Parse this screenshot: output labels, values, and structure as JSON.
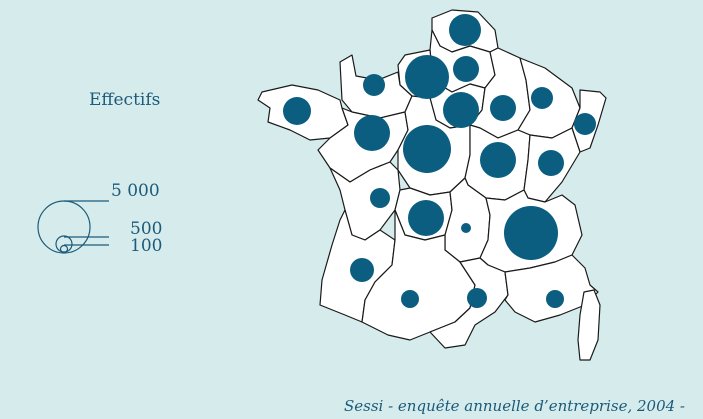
{
  "legend": {
    "title": "Effectifs",
    "labels": [
      "5 000",
      "500",
      "100"
    ]
  },
  "source": "Sessi - enquête annuelle d’entreprise, 2004 -",
  "colors": {
    "background": "#d6ecec",
    "region_fill": "#ffffff",
    "region_stroke": "#1a1a1a",
    "bubble": "#0b5e80",
    "text": "#1c5a7a"
  },
  "regions": [
    "Nord-Pas-de-Calais",
    "Picardie",
    "Haute-Normandie",
    "Île-de-France",
    "Champagne-Ardenne",
    "Lorraine",
    "Alsace",
    "Basse-Normandie",
    "Bretagne",
    "Pays de la Loire",
    "Centre",
    "Bourgogne",
    "Franche-Comté",
    "Poitou-Charentes",
    "Limousin",
    "Auvergne",
    "Rhône-Alpes",
    "Aquitaine",
    "Midi-Pyrénées",
    "Languedoc-Roussillon",
    "Provence-Alpes-Côte d'Azur",
    "Corse"
  ]
}
